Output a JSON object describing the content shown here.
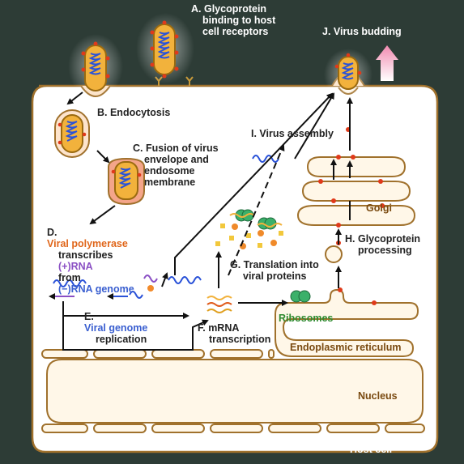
{
  "labels": {
    "a": [
      "A. Glycoprotein",
      "binding to host",
      "cell receptors"
    ],
    "j": "J. Virus budding",
    "b": "B. Endocytosis",
    "c": [
      "C. Fusion of virus",
      "envelope and",
      "endosome",
      "membrane"
    ],
    "d": {
      "line1_prefix": "D. ",
      "line1_colored": "Viral polymerase",
      "line2_prefix": "transcribes ",
      "line2_colored": "(+)RNA",
      "line3_prefix": "from ",
      "line3_colored": "(−)RNA genome"
    },
    "e": {
      "prefix": "E. ",
      "colored": "Viral genome",
      "line2": "replication"
    },
    "f": [
      "F. mRNA",
      "transcription"
    ],
    "g": [
      "G. Translation into",
      "viral proteins"
    ],
    "h": [
      "H. Glycoprotein",
      "processing"
    ],
    "i": "I. Virus assembly",
    "ribosomes": "Ribosomes",
    "golgi": "Golgi",
    "er": "Endoplasmic reticulum",
    "nucleus": "Nucleus",
    "host_cell": "Host cell"
  },
  "colors": {
    "background": "#2d3c36",
    "cell": "#ffffff",
    "cell_outline": "#a0712c",
    "organelle_fill": "#fff7e8",
    "organelle_stroke": "#a0712c",
    "virus_envelope": "#f2b23c",
    "virus_rna": "#2a52d8",
    "spike": "#e03a1a",
    "budding_arrow": "#f4a0b8",
    "ribosome": "#3bb06a"
  }
}
